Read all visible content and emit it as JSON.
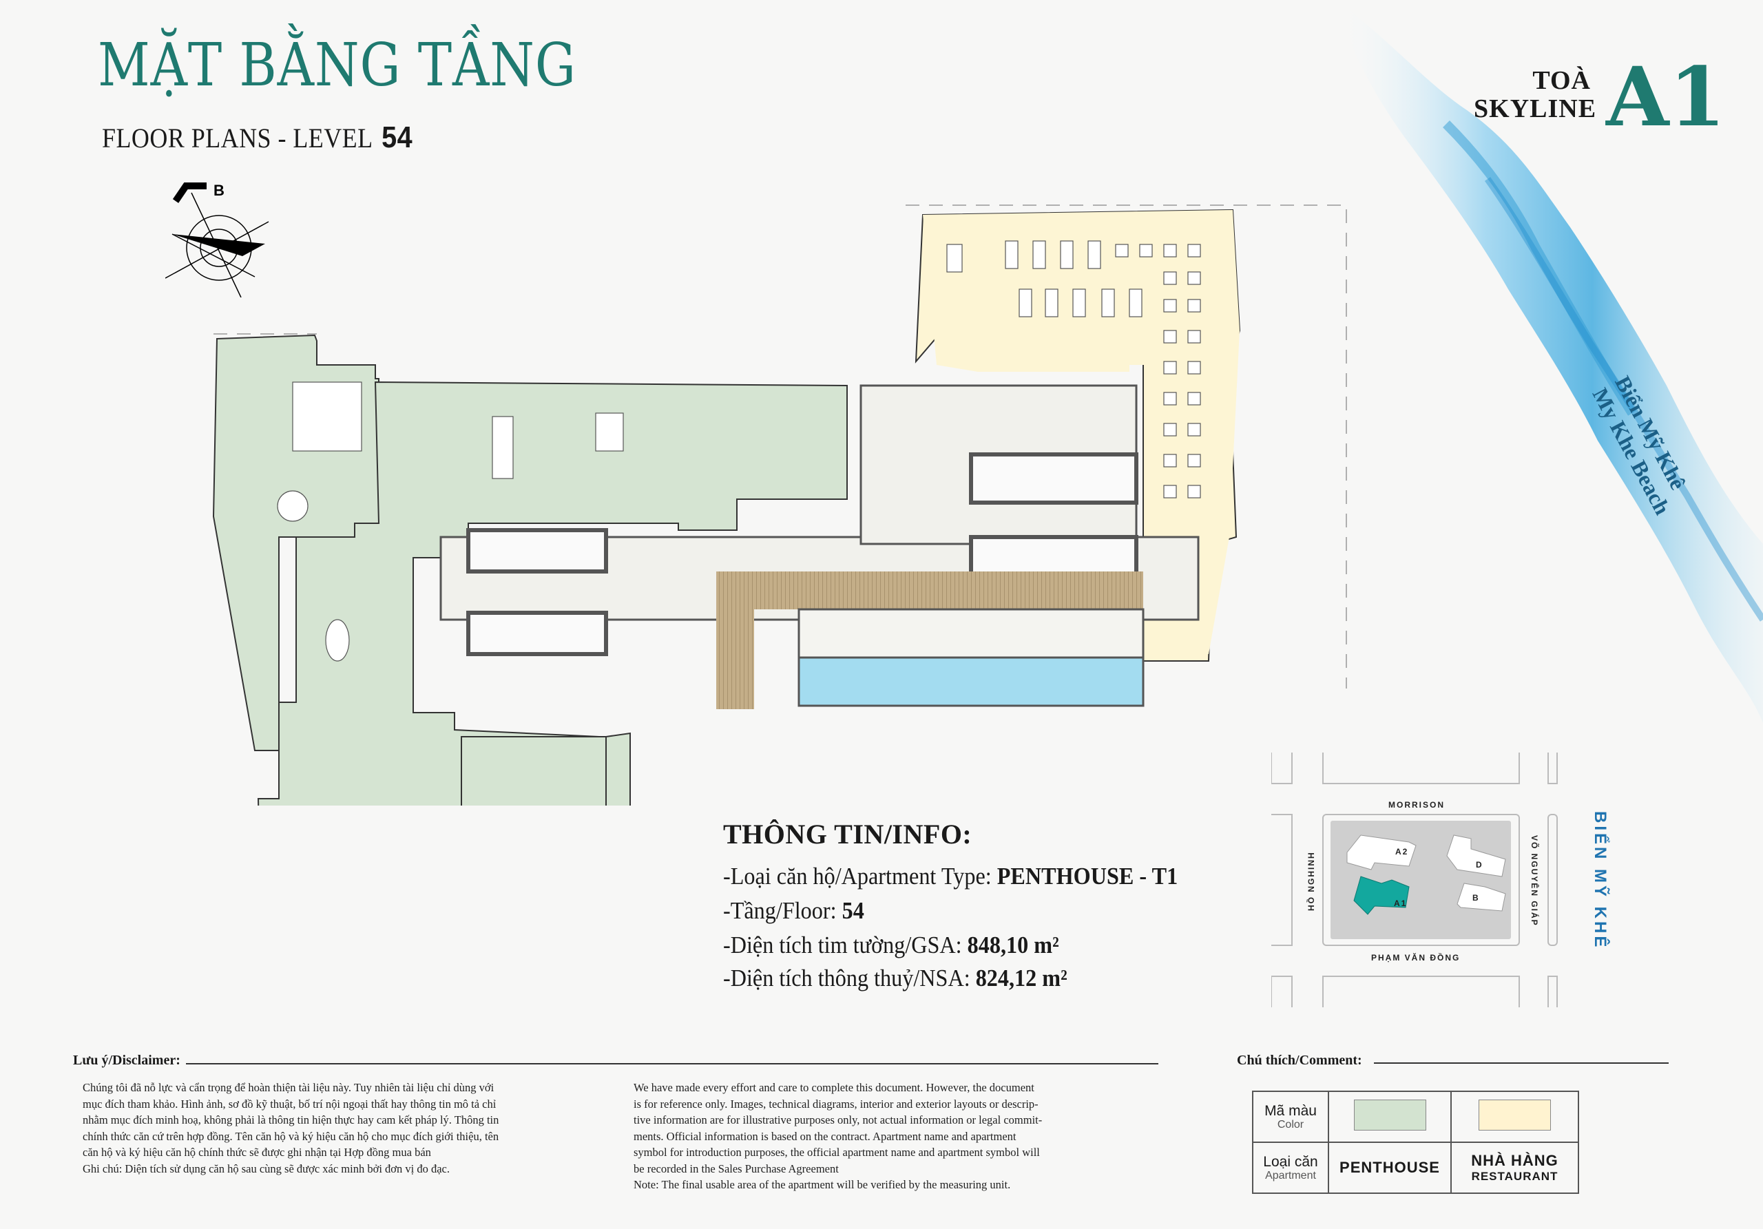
{
  "header": {
    "title": "MẶT BẰNG TẦNG",
    "subtitle": "FLOOR PLANS - LEVEL",
    "level": "54"
  },
  "tower": {
    "label_line1": "TOÀ",
    "label_line2": "SKYLINE",
    "code": "A1"
  },
  "compass": {
    "north_label": "B",
    "icon": "north-arrow-compass-icon"
  },
  "beach": {
    "label_vi": "Biển Mỹ Khê",
    "label_en": "My Khe Beach"
  },
  "floor_plan": {
    "zones": [
      {
        "name": "PENTHOUSE",
        "color": "#d5e4d2"
      },
      {
        "name": "NHÀ HÀNG / RESTAURANT",
        "color": "#fdf5d4"
      },
      {
        "name": "Pool",
        "color": "#a3dcf0"
      },
      {
        "name": "Wood deck",
        "color": "#b8a27c"
      },
      {
        "name": "Common core",
        "color": "#f2f2ee"
      }
    ]
  },
  "info": {
    "title": "THÔNG TIN/INFO:",
    "rows": [
      {
        "label": "-Loại căn hộ/Apartment Type: ",
        "value": "PENTHOUSE - T1"
      },
      {
        "label": "-Tầng/Floor: ",
        "value": "54"
      },
      {
        "label": "-Diện tích tim tường/GSA: ",
        "value": "848,10 m²"
      },
      {
        "label": "-Diện tích thông thuỷ/NSA: ",
        "value": "824,12 m²"
      }
    ]
  },
  "key_map": {
    "streets": {
      "top": "MORRISON",
      "bottom": "PHẠM VĂN ĐỒNG",
      "left": "HỒ NGHINH",
      "right": "VÕ NGUYÊN GIÁP"
    },
    "buildings": [
      "A2",
      "D",
      "A1",
      "B"
    ],
    "highlight": "A1",
    "highlight_color": "#13a89e",
    "sea_label": "BIỂN MỸ KHÊ",
    "sea_color": "#1f74b0"
  },
  "disclaimer": {
    "heading": "Lưu ý/Disclaimer:",
    "vi_lines": [
      "Chúng tôi đã nỗ lực và cẩn trọng để hoàn thiện tài liệu này. Tuy nhiên tài liệu chỉ dùng với",
      "mục đích tham khảo. Hình ảnh, sơ đồ kỹ thuật, bố trí nội ngoại thất hay thông tin mô tả chỉ",
      "nhằm mục đích minh hoạ, không phải là thông tin hiện thực hay cam kết pháp lý. Thông tin",
      "chính thức căn cứ trên hợp đồng. Tên căn hộ và ký hiệu căn hộ cho mục đích giới thiệu, tên",
      "căn hộ và ký hiệu căn hộ chính thức sẽ được ghi nhận tại Hợp đồng mua bán",
      "Ghi chú: Diện tích sử dụng căn hộ sau cùng sẽ được xác minh bởi đơn vị đo đạc."
    ],
    "en_lines": [
      "We have made every effort and care to complete this document. However, the document",
      "is for reference only. Images, technical diagrams, interior and exterior layouts or descrip-",
      "tive information are for illustrative purposes only, not actual information or legal commit-",
      "ments. Official information is based on the contract. Apartment name and apartment",
      "symbol for introduction purposes, the official apartment name and apartment symbol will",
      "be recorded in the Sales Purchase Agreement",
      "Note: The final usable area of the apartment will be verified by the measuring unit."
    ]
  },
  "comment": {
    "heading": "Chú thích/Comment:",
    "row1_label": "Mã màu",
    "row1_sublabel": "Color",
    "row2_label": "Loại căn",
    "row2_sublabel": "Apartment",
    "items": [
      {
        "color": "#d3e3d0",
        "type": "PENTHOUSE",
        "type_sub": ""
      },
      {
        "color": "#fff3d0",
        "type": "NHÀ HÀNG",
        "type_sub": "RESTAURANT"
      }
    ]
  }
}
